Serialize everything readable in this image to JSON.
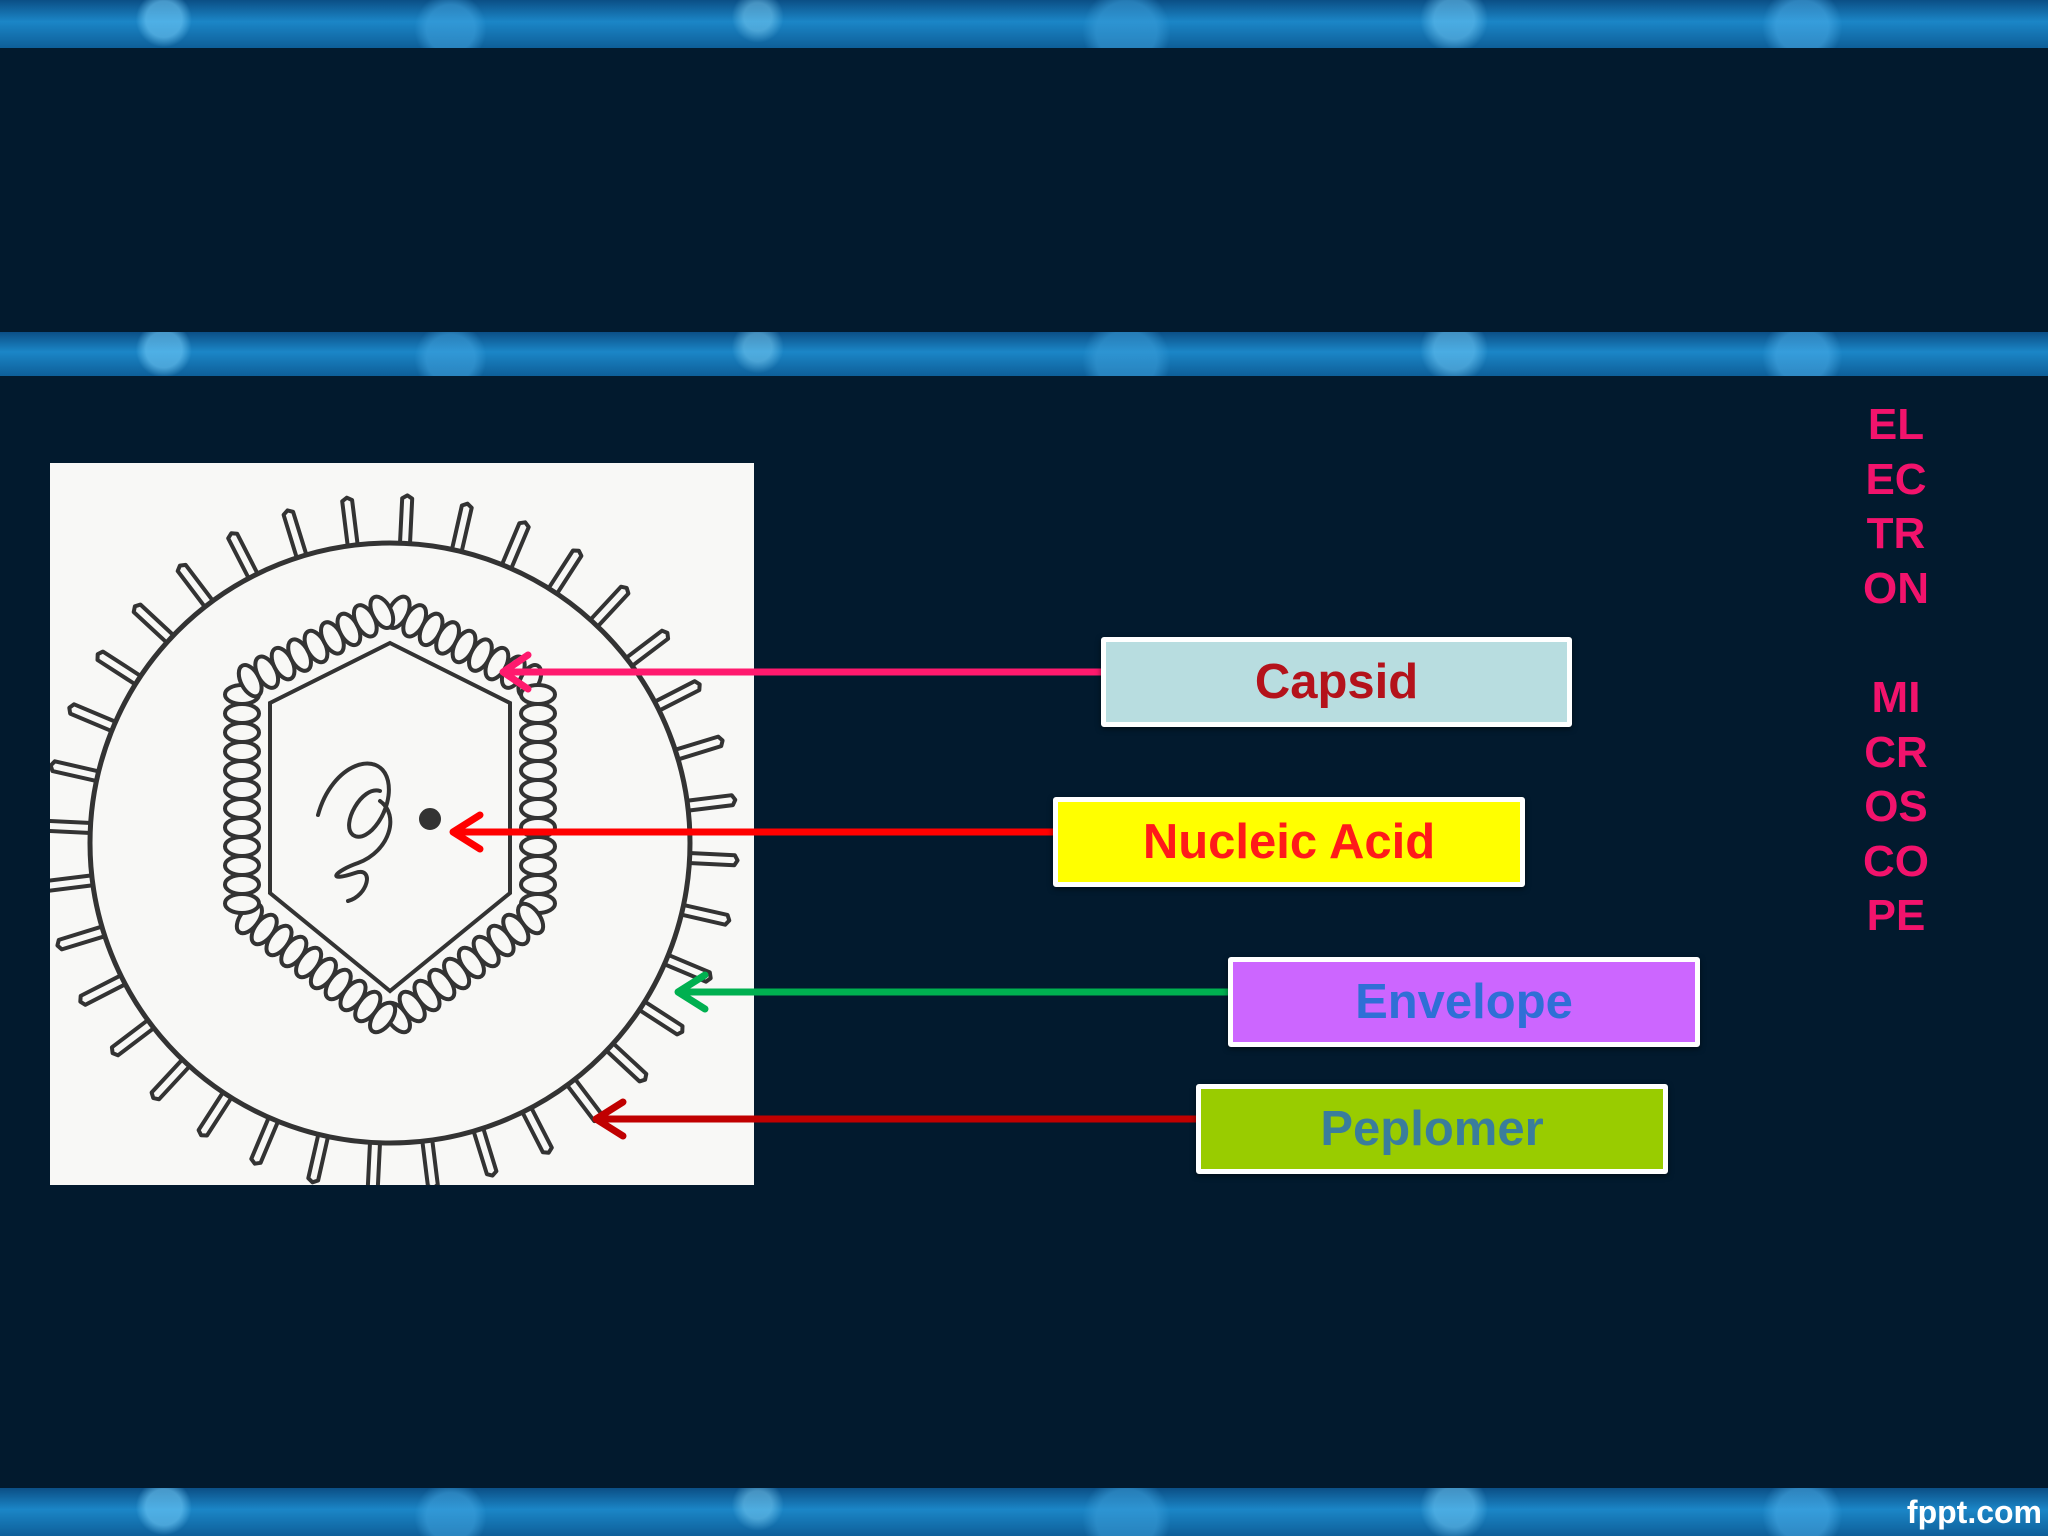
{
  "labels": {
    "capsid": "Capsid",
    "nucleic_acid": "Nucleic Acid",
    "envelope": "Envelope",
    "peplomer": "Peplomer"
  },
  "side_title_word1": "ELECTRON",
  "side_title_word2": "MICROSCOPE",
  "footer_brand": "fppt.com",
  "colors": {
    "background": "#021a2e",
    "capsid_arrow": "#ff1a6e",
    "nucleic_arrow": "#ff0000",
    "envelope_arrow": "#00b050",
    "peplomer_arrow": "#c00000",
    "side_title": "#f2136c"
  }
}
